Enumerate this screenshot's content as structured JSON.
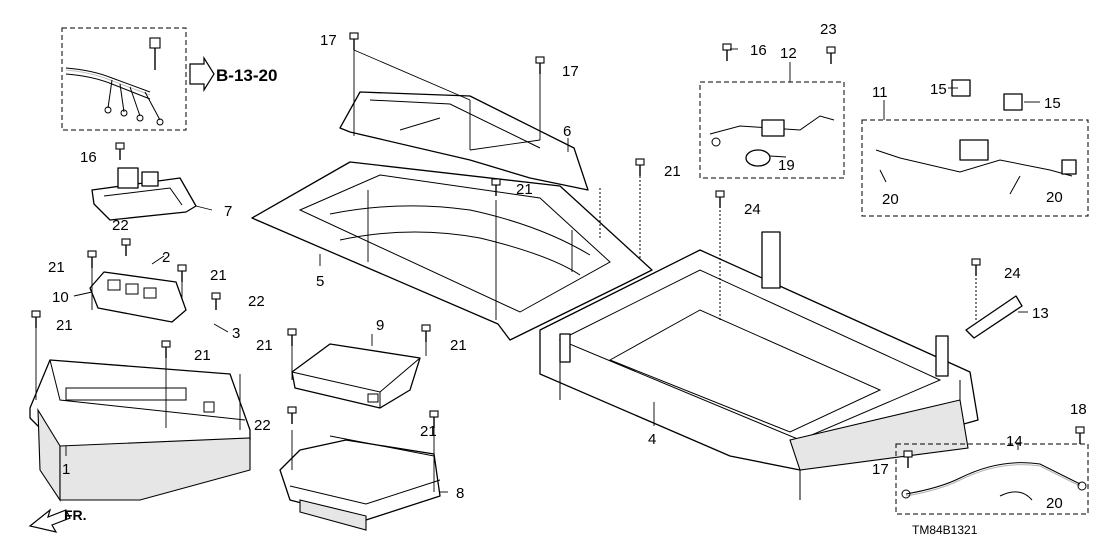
{
  "diagram_code": "TM84B1321",
  "reference": "B-13-20",
  "front_marker": "FR.",
  "callouts": {
    "c1": "1",
    "c2": "2",
    "c3": "3",
    "c4": "4",
    "c5": "5",
    "c6": "6",
    "c7": "7",
    "c8": "8",
    "c9": "9",
    "c10": "10",
    "c11": "11",
    "c12": "12",
    "c13": "13",
    "c14": "14",
    "c15a": "15",
    "c15b": "15",
    "c16a": "16",
    "c16b": "16",
    "c17a": "17",
    "c17b": "17",
    "c17c": "17",
    "c18": "18",
    "c19": "19",
    "c20a": "20",
    "c20b": "20",
    "c20c": "20",
    "c21a": "21",
    "c21b": "21",
    "c21c": "21",
    "c21d": "21",
    "c21e": "21",
    "c21f": "21",
    "c21g": "21",
    "c21h": "21",
    "c22a": "22",
    "c22b": "22",
    "c22c": "22",
    "c23": "23",
    "c24a": "24",
    "c24b": "24"
  }
}
